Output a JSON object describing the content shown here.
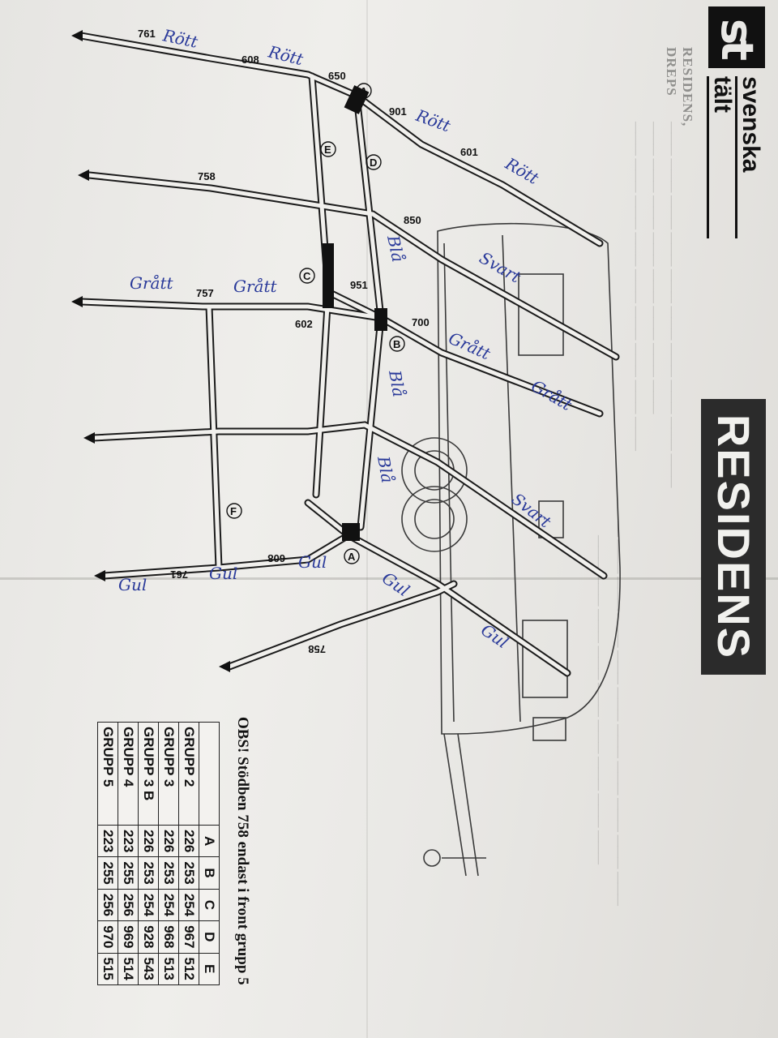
{
  "header": {
    "logo_mark": "st",
    "logo_line1": "svenska",
    "logo_line2": "tält",
    "banner": "RESIDENS",
    "faint_title": "RESIDENS, DREPS"
  },
  "diagram": {
    "measurements": [
      "761",
      "608",
      "650",
      "901",
      "601",
      "758",
      "850",
      "951",
      "757",
      "602",
      "700",
      "608",
      "761",
      "758"
    ],
    "joint_labels": [
      "A",
      "E",
      "D",
      "C",
      "B",
      "F",
      "A"
    ],
    "handwritten": {
      "rott1": "Rött",
      "rott2": "Rött",
      "rott3": "Rött",
      "rott4": "Rött",
      "svart1": "Svart",
      "svart2": "Svart",
      "gratt1": "Grått",
      "gratt2": "Grått",
      "gratt3": "Grått",
      "gratt4": "Grått",
      "bla1": "Blå",
      "bla2": "Blå",
      "bla3": "Blå",
      "gul1": "Gul",
      "gul2": "Gul",
      "gul3": "Gul",
      "gul4": "Gul",
      "gul5": "Gul"
    }
  },
  "note": "OBS! Stödben 758 endast i front grupp 5",
  "table": {
    "headers": [
      "",
      "A",
      "B",
      "C",
      "D",
      "E"
    ],
    "rows": [
      {
        "group": "GRUPP 2",
        "A": "226",
        "B": "253",
        "C": "254",
        "D": "967",
        "E": "512"
      },
      {
        "group": "GRUPP 3",
        "A": "226",
        "B": "253",
        "C": "254",
        "D": "968",
        "E": "513"
      },
      {
        "group": "GRUPP 3 B",
        "A": "226",
        "B": "253",
        "C": "254",
        "D": "928",
        "E": "543"
      },
      {
        "group": "GRUPP 4",
        "A": "223",
        "B": "255",
        "C": "256",
        "D": "969",
        "E": "514"
      },
      {
        "group": "GRUPP 5",
        "A": "223",
        "B": "255",
        "C": "256",
        "D": "970",
        "E": "515"
      }
    ]
  },
  "colors": {
    "ink": "#111111",
    "handwriting": "#2a3a9a",
    "paper": "#ebeae7",
    "banner": "#2b2b2b"
  }
}
